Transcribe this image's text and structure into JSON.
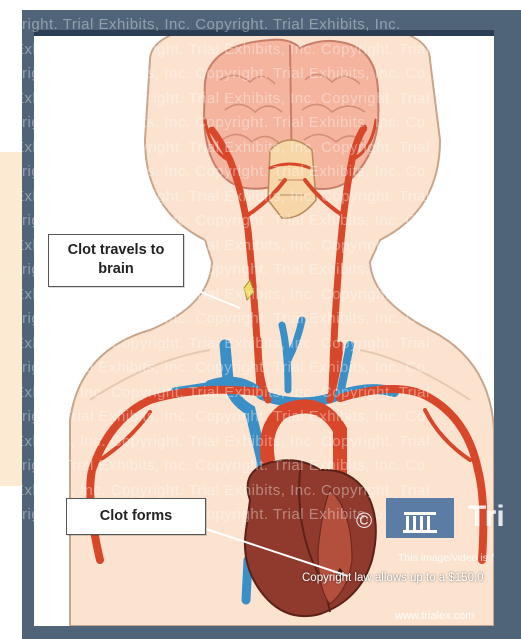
{
  "labels": {
    "clot_travels_line1": "Clot travels to",
    "clot_travels_line2": "brain",
    "clot_forms": "Clot forms"
  },
  "watermark": {
    "lines": [
      "yright. Trial Exhibits, Inc. Copyright. Trial Exhibits, Inc.",
      "Exhibits, Inc. Copyright. Trial Exhibits, Inc. Copyright. Trial",
      "yright. Trial Exhibits, Inc. Copyright. Trial Exhibits, Inc. Co",
      "Exhibits, Inc. Copyright. Trial Exhibits, Inc. Copyright. Trial",
      "yright. Trial Exhibits, Inc. Copyright. Trial Exhibits, Inc. Co",
      "Exhibits, Inc. Copyright. Trial Exhibits, Inc. Copyright. Trial",
      "yright. Trial Exhibits, Inc. Copyright. Trial Exhibits, Inc. Co",
      "Exhibits, Inc. Copyright. Trial Exhibits, Inc. Copyright. Trial",
      "yright. Trial Exhibits, Inc. Copyright. Trial Exhibits, Inc. Co",
      "Exhibits, Inc. Copyright. Trial Exhibits, Inc. Copyright. Trial",
      "yright. Trial Exhibits, Inc. Copyright. Trial Exhibits, Inc. Co",
      "Exhibits, Inc. Copyright. Trial Exhibits, Inc. Copyright. Trial",
      "yright. Trial Exhibits, Inc. Copyright. Trial Exhibits, Inc. Co",
      "Exhibits, Inc. Copyright. Trial Exhibits, Inc. Copyright. Trial",
      "yright. Trial Exhibits, Inc. Copyright. Trial Exhibits, Inc. Co",
      "Exhibits, Inc. Copyright. Trial Exhibits, Inc. Copyright. Trial",
      "yright. Trial Exhibits, Inc. Copyright. Trial Exhibits, Inc. Co",
      "Exhibits, Inc. Copyright. Trial Exhibits, Inc. Copyright. Trial",
      "yright. Trial Exhibits, Inc. Copyright. Trial Exhibits, Inc. Co",
      "Exhibits, Inc. Copyright. Trial Exhibits, Inc. Copyright. Trial",
      "yright. Trial Exhibits, Inc. Copyright. Trial Exhibits, Inc. Co"
    ]
  },
  "branding": {
    "logo_symbol": "©",
    "logo_text": "Tri",
    "disclaimer_line1": "This image/video is f",
    "disclaimer_line2": "Copyright law allows up to a $150,0",
    "url": "www.trialex.com"
  },
  "colors": {
    "artery": "#d9472b",
    "vein": "#3a8fc7",
    "skin": "#fbe3cf",
    "brain": "#f4b49e",
    "frame": "#4f6478",
    "heart": "#8f3a2c"
  }
}
